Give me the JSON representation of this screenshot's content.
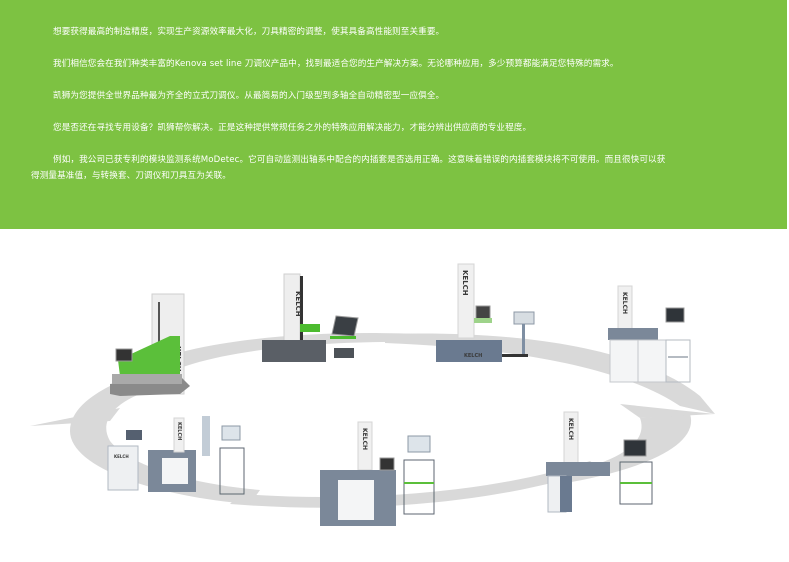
{
  "intro": {
    "paragraphs": [
      "想要获得最高的制造精度，实现生产资源效率最大化，刀具精密的调整，使其具备高性能则至关重要。",
      "我们相信您会在我们种类丰富的Kenova set line 刀调仪产品中，找到最适合您的生产解决方案。无论哪种应用，多少预算都能满足您特殊的需求。",
      "凯狮为您提供全世界品种最为齐全的立式刀调仪。从最简易的入门级型到多轴全自动精密型一应俱全。",
      "您是否还在寻找专用设备？凯狮帮你解决。正是这种提供常规任务之外的特殊应用解决能力，才能分辨出供应商的专业程度。",
      "例如，我公司已获专利的模块监测系统MoDetec。它可自动监测出轴系中配合的内插套是否选用正确。这意味着错误的内插套模块将不可使用。而且很快可以获得测量基准值，与转换套、刀调仪和刀具互为关联。"
    ]
  },
  "figure": {
    "brand_label": "KELCH",
    "machines": [
      {
        "id": "entry-level-presetter",
        "label": "KELCH"
      },
      {
        "id": "compact-presetter",
        "label": "KELCH"
      },
      {
        "id": "benchtop-presetter",
        "label": "KELCH"
      },
      {
        "id": "cabinet-presetter",
        "label": "KELCH"
      },
      {
        "id": "shrink-and-measure-line",
        "label": "KELCH"
      },
      {
        "id": "floor-presetter-drawers",
        "label": "KELCH"
      },
      {
        "id": "floor-presetter-workstation",
        "label": "KELCH"
      }
    ]
  },
  "colors": {
    "brand_green": "#7dc242",
    "ring_gray": "#d9d9d9",
    "machine_gray": "#6d7a8a"
  }
}
